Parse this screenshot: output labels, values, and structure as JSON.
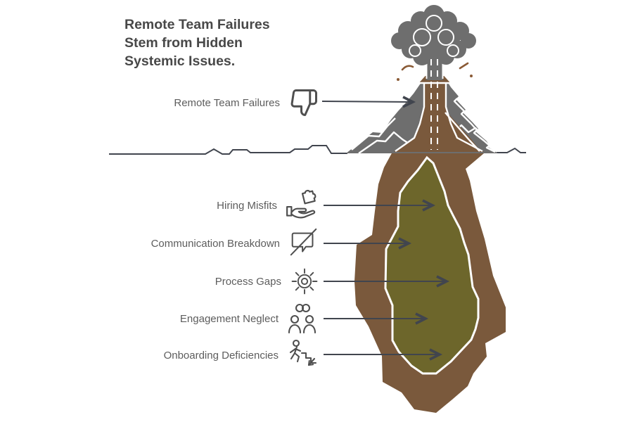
{
  "title": {
    "line1": "Remote Team Failures",
    "line2": "Stem from Hidden",
    "line3": "Systemic Issues."
  },
  "surface": {
    "label": "Remote Team Failures",
    "icon": "thumbs-down-icon"
  },
  "causes": [
    {
      "label": "Hiring Misfits",
      "icon": "hand-holding-puzzle-icon"
    },
    {
      "label": "Communication Breakdown",
      "icon": "speech-bubble-slash-icon"
    },
    {
      "label": "Process Gaps",
      "icon": "gear-icon"
    },
    {
      "label": "Engagement Neglect",
      "icon": "people-engagement-icon"
    },
    {
      "label": "Onboarding Deficiencies",
      "icon": "person-descending-stairs-icon"
    }
  ],
  "colors": {
    "mountain_gray": "#6e6e6e",
    "magma_brown": "#7a593c",
    "chamber_olive": "#6d662b",
    "line_dark": "#41454e",
    "title_text": "#484848",
    "label_text": "#5d5d5d",
    "outline_white": "#ffffff",
    "spark_brown": "#8a5a35"
  }
}
